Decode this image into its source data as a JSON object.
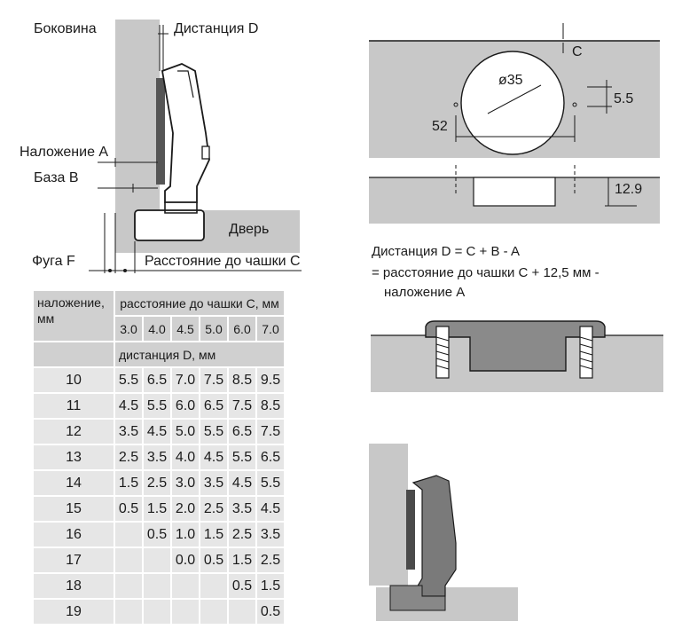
{
  "labels": {
    "bokovina": "Боковина",
    "distance_d": "Дистанция D",
    "overlay_a": "Наложение A",
    "base_b": "База B",
    "door": "Дверь",
    "gap_f": "Фуга F",
    "cup_distance_c": "Расстояние до чашки C"
  },
  "drill": {
    "c": "C",
    "diameter": "ø35",
    "dim_5_5": "5.5",
    "dim_52": "52",
    "dim_12_9": "12.9"
  },
  "formula": {
    "line1": "Дистанция D = C + B - A",
    "line2": "= расстояние до чашки C + 12,5 мм -",
    "line3": "наложение A"
  },
  "table": {
    "overlay_header": "наложение, мм",
    "cup_header": "расстояние до чашки C, мм",
    "distance_header": "дистанция D, мм",
    "columns": [
      "3.0",
      "4.0",
      "4.5",
      "5.0",
      "6.0",
      "7.0"
    ],
    "rows": [
      {
        "overlay": "10",
        "values": [
          "5.5",
          "6.5",
          "7.0",
          "7.5",
          "8.5",
          "9.5"
        ]
      },
      {
        "overlay": "11",
        "values": [
          "4.5",
          "5.5",
          "6.0",
          "6.5",
          "7.5",
          "8.5"
        ]
      },
      {
        "overlay": "12",
        "values": [
          "3.5",
          "4.5",
          "5.0",
          "5.5",
          "6.5",
          "7.5"
        ]
      },
      {
        "overlay": "13",
        "values": [
          "2.5",
          "3.5",
          "4.0",
          "4.5",
          "5.5",
          "6.5"
        ]
      },
      {
        "overlay": "14",
        "values": [
          "1.5",
          "2.5",
          "3.0",
          "3.5",
          "4.5",
          "5.5"
        ]
      },
      {
        "overlay": "15",
        "values": [
          "0.5",
          "1.5",
          "2.0",
          "2.5",
          "3.5",
          "4.5"
        ]
      },
      {
        "overlay": "16",
        "values": [
          "",
          "0.5",
          "1.0",
          "1.5",
          "2.5",
          "3.5"
        ]
      },
      {
        "overlay": "17",
        "values": [
          "",
          "",
          "0.0",
          "0.5",
          "1.5",
          "2.5"
        ]
      },
      {
        "overlay": "18",
        "values": [
          "",
          "",
          "",
          "",
          "0.5",
          "1.5"
        ]
      },
      {
        "overlay": "19",
        "values": [
          "",
          "",
          "",
          "",
          "",
          "0.5"
        ]
      }
    ]
  },
  "colors": {
    "panel_gray": "#c8c8c8",
    "hinge_dark": "#707070",
    "dark_line": "#1a1a1a",
    "row_dark": "#d0d0d0",
    "row_light": "#e6e6e6"
  }
}
